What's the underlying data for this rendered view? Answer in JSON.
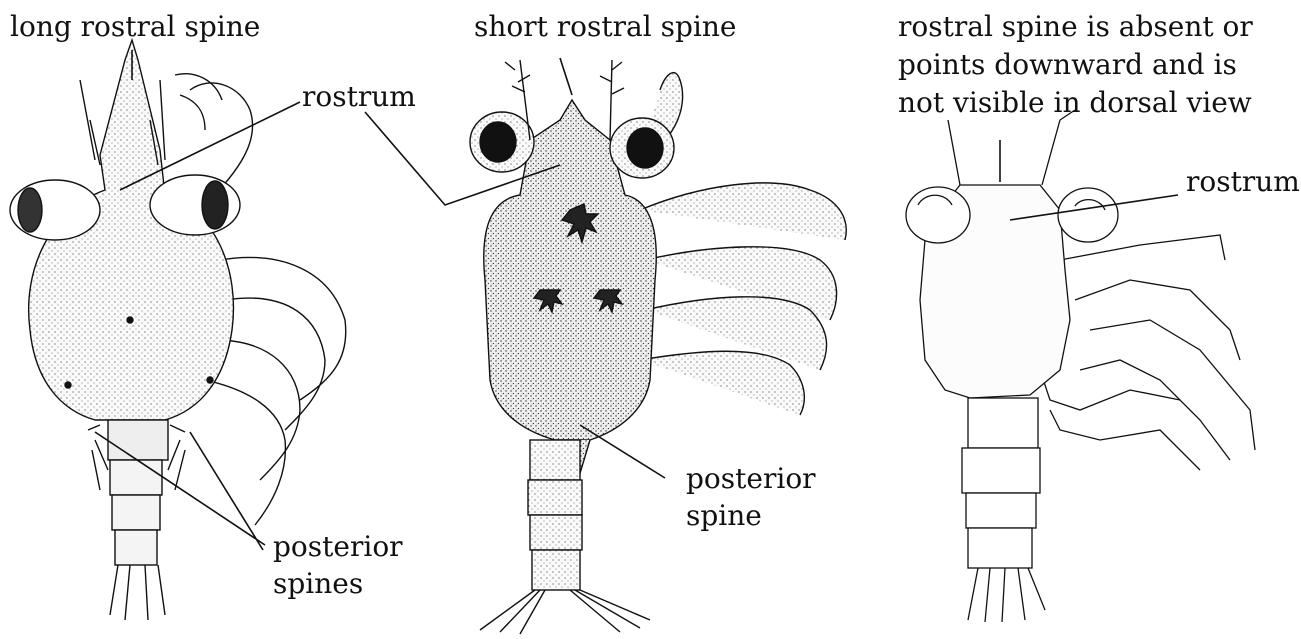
{
  "panels": [
    {
      "id": "left",
      "labels": {
        "rostral": "long rostral spine",
        "rostrum": "rostrum",
        "posterior_line1": "posterior",
        "posterior_line2": "spines"
      }
    },
    {
      "id": "middle",
      "labels": {
        "rostral": "short rostral spine",
        "posterior_line1": "posterior",
        "posterior_line2": "spine"
      }
    },
    {
      "id": "right",
      "labels": {
        "rostral_line1": "rostral spine is absent or",
        "rostral_line2": "points downward and is",
        "rostral_line3": "not visible in dorsal view",
        "rostrum": "rostrum"
      }
    }
  ],
  "colors": {
    "ink": "#111111",
    "shell_fill": "#f4f4f4",
    "eye_dark": "#222222"
  }
}
